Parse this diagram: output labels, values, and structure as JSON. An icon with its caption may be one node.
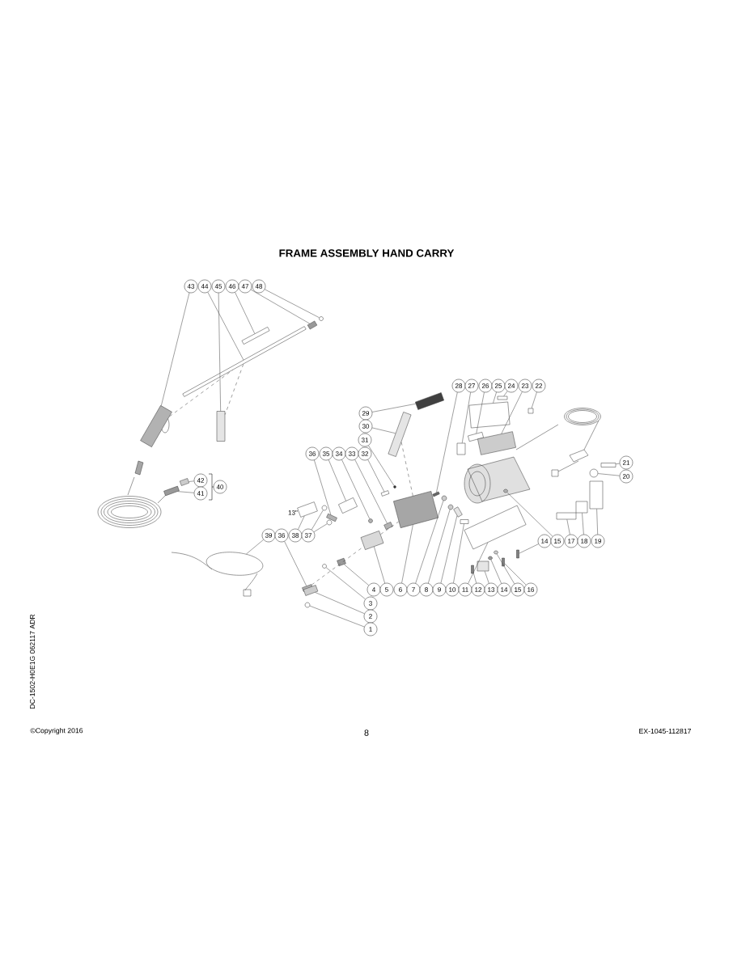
{
  "diagram": {
    "title": "FRAME ASSEMBLY HAND CARRY",
    "nodes": [
      {
        "text": [
          "43"
        ]
      },
      {
        "text": [
          "44"
        ]
      },
      {
        "text": [
          "45"
        ]
      },
      {
        "text": [
          "46"
        ]
      },
      {
        "text": [
          "47"
        ]
      },
      {
        "text": [
          "48"
        ]
      },
      {
        "text": [
          "28"
        ]
      },
      {
        "text": [
          "27"
        ]
      },
      {
        "text": [
          "26"
        ]
      },
      {
        "text": [
          "25"
        ]
      },
      {
        "text": [
          "24"
        ]
      },
      {
        "text": [
          "23"
        ]
      },
      {
        "text": [
          "22"
        ]
      },
      {
        "text": [
          "29"
        ]
      },
      {
        "text": [
          "30"
        ]
      },
      {
        "text": [
          "31"
        ]
      },
      {
        "text": [
          "36"
        ]
      },
      {
        "text": [
          "35"
        ]
      },
      {
        "text": [
          "34"
        ]
      },
      {
        "text": [
          "33"
        ]
      },
      {
        "text": [
          "32"
        ]
      },
      {
        "text": [
          "21"
        ]
      },
      {
        "text": [
          "20"
        ]
      },
      {
        "text": [
          "42"
        ]
      },
      {
        "text": [
          "40"
        ]
      },
      {
        "text": [
          "41"
        ]
      },
      {
        "text": [
          "39"
        ]
      },
      {
        "text": [
          "36"
        ]
      },
      {
        "text": [
          "38"
        ]
      },
      {
        "text": [
          "37"
        ]
      },
      {
        "text": [
          "14"
        ]
      },
      {
        "text": [
          "15"
        ]
      },
      {
        "text": [
          "17"
        ]
      },
      {
        "text": [
          "18"
        ]
      },
      {
        "text": [
          "19"
        ]
      },
      {
        "text": [
          "4"
        ]
      },
      {
        "text": [
          "5"
        ]
      },
      {
        "text": [
          "6"
        ]
      },
      {
        "text": [
          "7"
        ]
      },
      {
        "text": [
          "8"
        ]
      },
      {
        "text": [
          "9"
        ]
      },
      {
        "text": [
          "10"
        ]
      },
      {
        "text": [
          "11"
        ]
      },
      {
        "text": [
          "12"
        ]
      },
      {
        "text": [
          "13"
        ]
      },
      {
        "text": [
          "14"
        ]
      },
      {
        "text": [
          "15"
        ]
      },
      {
        "text": [
          "16"
        ]
      },
      {
        "text": [
          "3"
        ]
      },
      {
        "text": [
          "2"
        ]
      },
      {
        "text": [
          "1"
        ]
      },
      {
        "text": [],
        "shape": "box"
      },
      {
        "text": [],
        "shape": "box"
      },
      {
        "text": [],
        "shape": "box"
      },
      {
        "text": [],
        "shape": "box"
      },
      {
        "text": [],
        "shape": "box"
      },
      {
        "text": [],
        "shape": "circle"
      },
      {
        "text": [],
        "shape": "box"
      },
      {
        "text": [],
        "shape": "box"
      },
      {
        "text": [],
        "shape": "box"
      },
      {
        "text": [],
        "shape": "box"
      },
      {
        "text": [],
        "shape": "box"
      },
      {
        "text": [],
        "shape": "box"
      },
      {
        "text": [],
        "shape": "box"
      },
      {
        "text": [],
        "shape": "box"
      },
      {
        "text": [],
        "shape": "box"
      },
      {
        "text": [],
        "shape": "circle"
      },
      {
        "text": [],
        "shape": "box"
      },
      {
        "text": [],
        "shape": "box"
      },
      {
        "text": [],
        "shape": "circle"
      },
      {
        "text": [],
        "shape": "box"
      },
      {
        "text": [],
        "shape": "box"
      },
      {
        "text": [],
        "shape": "box"
      },
      {
        "text": [],
        "shape": "circle"
      },
      {
        "text": [],
        "shape": "box"
      },
      {
        "text": [],
        "shape": "box"
      },
      {
        "text": [],
        "shape": "circle"
      },
      {
        "text": [],
        "shape": "box"
      },
      {
        "text": [],
        "shape": "box",
        "beside": [
          "13\""
        ]
      },
      {
        "text": [],
        "shape": "circle"
      },
      {
        "text": [],
        "shape": "circle"
      },
      {
        "text": [],
        "shape": "box"
      },
      {
        "text": [],
        "shape": "circle"
      },
      {
        "text": [],
        "shape": "box"
      },
      {
        "text": [],
        "shape": "box"
      },
      {
        "text": [],
        "shape": "box"
      },
      {
        "text": [],
        "shape": "box"
      },
      {
        "text": [],
        "shape": "box"
      },
      {
        "text": [],
        "shape": "box"
      },
      {
        "text": [],
        "shape": "circle"
      },
      {
        "text": [],
        "shape": "circle"
      },
      {
        "text": [],
        "shape": "box"
      },
      {
        "text": [],
        "shape": "box"
      },
      {
        "text": [],
        "shape": "box"
      },
      {
        "text": [],
        "shape": "box"
      },
      {
        "text": [],
        "shape": "box"
      },
      {
        "text": [],
        "shape": "circle"
      },
      {
        "text": [],
        "shape": "circle"
      },
      {
        "text": [],
        "shape": "box"
      },
      {
        "text": [],
        "shape": "circle"
      },
      {
        "text": [],
        "shape": "box"
      },
      {
        "text": [],
        "shape": "circle"
      }
    ],
    "edges": [
      {
        "from": 0,
        "to": 51,
        "arrow": "none"
      },
      {
        "from": 1,
        "to": 52,
        "arrow": "none"
      },
      {
        "from": 2,
        "to": 53,
        "arrow": "none"
      },
      {
        "from": 3,
        "to": 54,
        "arrow": "none"
      },
      {
        "from": 4,
        "to": 55,
        "arrow": "none"
      },
      {
        "from": 5,
        "to": 56,
        "arrow": "none"
      },
      {
        "from": 6,
        "to": 57,
        "arrow": "none"
      },
      {
        "from": 7,
        "to": 58,
        "arrow": "none"
      },
      {
        "from": 8,
        "to": 59,
        "arrow": "none"
      },
      {
        "from": 9,
        "to": 60,
        "arrow": "none"
      },
      {
        "from": 10,
        "to": 61,
        "arrow": "none"
      },
      {
        "from": 11,
        "to": 62,
        "arrow": "none"
      },
      {
        "from": 12,
        "to": 63,
        "arrow": "none"
      },
      {
        "from": 13,
        "to": 64,
        "arrow": "none"
      },
      {
        "from": 14,
        "to": 65,
        "arrow": "none"
      },
      {
        "from": 15,
        "to": 66,
        "arrow": "none"
      },
      {
        "from": 16,
        "to": 67,
        "arrow": "none"
      },
      {
        "from": 17,
        "to": 68,
        "arrow": "none"
      },
      {
        "from": 18,
        "to": 69,
        "arrow": "none"
      },
      {
        "from": 19,
        "to": 70,
        "arrow": "none"
      },
      {
        "from": 20,
        "to": 71,
        "arrow": "none"
      },
      {
        "from": 21,
        "to": 72,
        "arrow": "none"
      },
      {
        "from": 22,
        "to": 73,
        "arrow": "none"
      },
      {
        "from": 23,
        "to": 74,
        "arrow": "none"
      },
      {
        "from": 25,
        "to": 75,
        "arrow": "none"
      },
      {
        "from": 26,
        "to": 76,
        "arrow": "none"
      },
      {
        "from": 27,
        "to": 77,
        "arrow": "none"
      },
      {
        "from": 28,
        "to": 78,
        "arrow": "none"
      },
      {
        "from": 29,
        "to": 79,
        "arrow": "none"
      },
      {
        "from": 29,
        "to": 80,
        "arrow": "none"
      },
      {
        "from": 30,
        "to": 81,
        "arrow": "none"
      },
      {
        "from": 31,
        "to": 82,
        "arrow": "none"
      },
      {
        "from": 32,
        "to": 83,
        "arrow": "none"
      },
      {
        "from": 33,
        "to": 84,
        "arrow": "none"
      },
      {
        "from": 34,
        "to": 85,
        "arrow": "none"
      },
      {
        "from": 35,
        "to": 86,
        "arrow": "none"
      },
      {
        "from": 36,
        "to": 87,
        "arrow": "none"
      },
      {
        "from": 37,
        "to": 88,
        "arrow": "none"
      },
      {
        "from": 38,
        "to": 89,
        "arrow": "none"
      },
      {
        "from": 39,
        "to": 90,
        "arrow": "none"
      },
      {
        "from": 40,
        "to": 91,
        "arrow": "none"
      },
      {
        "from": 41,
        "to": 92,
        "arrow": "none"
      },
      {
        "from": 42,
        "to": 93,
        "arrow": "none"
      },
      {
        "from": 43,
        "to": 94,
        "arrow": "none"
      },
      {
        "from": 44,
        "to": 95,
        "arrow": "none"
      },
      {
        "from": 45,
        "to": 96,
        "arrow": "none"
      },
      {
        "from": 46,
        "to": 97,
        "arrow": "none"
      },
      {
        "from": 47,
        "to": 98,
        "arrow": "none"
      },
      {
        "from": 48,
        "to": 99,
        "arrow": "none"
      },
      {
        "from": 49,
        "to": 100,
        "arrow": "none"
      },
      {
        "from": 50,
        "to": 101,
        "arrow": "none"
      },
      {
        "from": 51,
        "to": 52,
        "arrow": "none",
        "style": "dashed"
      },
      {
        "from": 52,
        "to": 53,
        "arrow": "none",
        "style": "dashed"
      },
      {
        "from": 77,
        "to": 87,
        "arrow": "none",
        "style": "dashed"
      },
      {
        "from": 65,
        "to": 88,
        "arrow": "none",
        "style": "dashed"
      },
      {
        "from": 87,
        "to": 88,
        "arrow": "none",
        "style": "dashed"
      }
    ],
    "labels": [
      "DC-1502-H0E1G 062117 ADR",
      "©Copyright 2016",
      "8",
      "EX-1045-112817"
    ]
  }
}
